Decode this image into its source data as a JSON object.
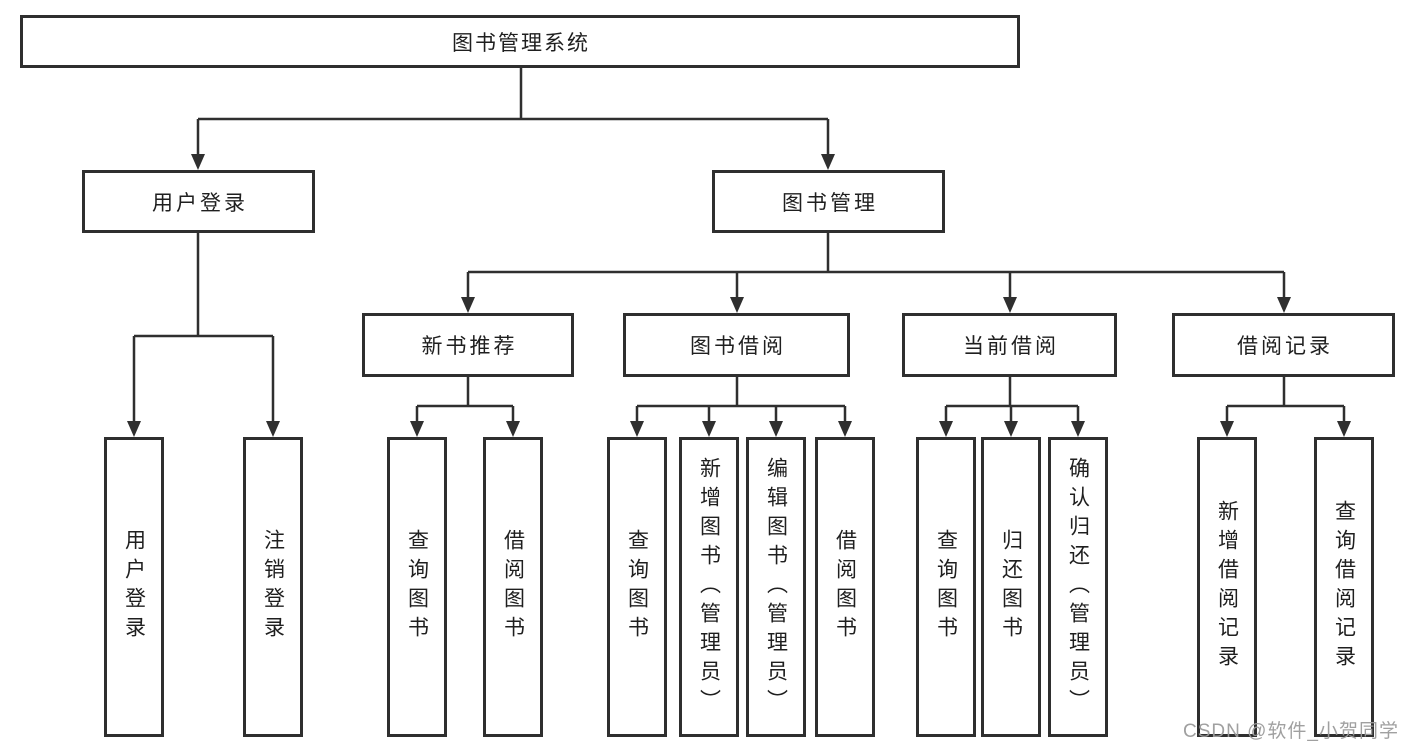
{
  "diagram": {
    "root": {
      "label": "图书管理系统"
    },
    "branches": [
      {
        "label": "用户登录",
        "children": [
          {
            "label": "用户登录"
          },
          {
            "label": "注销登录"
          }
        ]
      },
      {
        "label": "图书管理",
        "children": [
          {
            "label": "新书推荐",
            "children": [
              {
                "label": "查询图书"
              },
              {
                "label": "借阅图书"
              }
            ]
          },
          {
            "label": "图书借阅",
            "children": [
              {
                "label": "查询图书"
              },
              {
                "label": "新增图书（管理员）"
              },
              {
                "label": "编辑图书（管理员）"
              },
              {
                "label": "借阅图书"
              }
            ]
          },
          {
            "label": "当前借阅",
            "children": [
              {
                "label": "查询图书"
              },
              {
                "label": "归还图书"
              },
              {
                "label": "确认归还（管理员）"
              }
            ]
          },
          {
            "label": "借阅记录",
            "children": [
              {
                "label": "新增借阅记录"
              },
              {
                "label": "查询借阅记录"
              }
            ]
          }
        ]
      }
    ]
  },
  "watermark": {
    "text": "CSDN @软件_小贺同学"
  },
  "colors": {
    "line": "#2f2f2f",
    "text": "#1f1f1f",
    "background": "#ffffff",
    "watermark": "#9b9b9b"
  }
}
